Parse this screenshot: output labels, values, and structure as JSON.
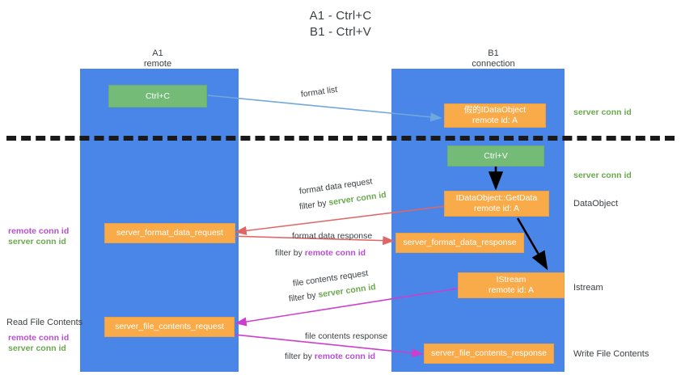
{
  "title": {
    "line1": "A1 - Ctrl+C",
    "line2": "B1 - Ctrl+V"
  },
  "columns": [
    {
      "name": "A1",
      "role": "remote"
    },
    {
      "name": "B1",
      "role": "connection"
    }
  ],
  "nodes": {
    "ctrl_c": {
      "label": "Ctrl+C"
    },
    "fake_dataobject": {
      "line1": "假的IDataObject",
      "line2": "remote id: A"
    },
    "ctrl_v": {
      "label": "Ctrl+V"
    },
    "getdata": {
      "line1": "IDataObject::GetData",
      "line2": "remote id: A"
    },
    "istream": {
      "line1": "IStream",
      "line2": "remote id: A"
    },
    "server_format_data_request": {
      "label": "server_format_data_request"
    },
    "server_format_data_response": {
      "label": "server_format_data_response"
    },
    "server_file_contents_request": {
      "label": "server_file_contents_request"
    },
    "server_file_contents_response": {
      "label": "server_file_contents_response"
    }
  },
  "edges": {
    "format_list": {
      "label": "format list"
    },
    "format_data_request": {
      "label": "format data request",
      "filter_prefix": "filter by ",
      "filter_value": "server conn id"
    },
    "format_data_response": {
      "label": "format data response",
      "filter_prefix": "filter by ",
      "filter_value": "remote conn id"
    },
    "file_contents_request": {
      "label": "file contents request",
      "filter_prefix": "filter by ",
      "filter_value": "server conn id"
    },
    "file_contents_response": {
      "label": "file contents response",
      "filter_prefix": "filter by ",
      "filter_value": "remote conn id"
    }
  },
  "right_notes": {
    "server_conn_id_top": "server conn id",
    "server_conn_id_mid": "server conn id",
    "dataobject": "DataObject",
    "istream": "Istream",
    "write_file_contents": "Write File Contents"
  },
  "left_notes": {
    "remote_conn_id_1": "remote conn id",
    "server_conn_id_1": "server conn id",
    "read_file_contents": "Read File Contents",
    "remote_conn_id_2": "remote conn id",
    "server_conn_id_2": "server conn id"
  },
  "colors": {
    "lifeline_blue": "#4a86e8",
    "node_green": "#73bb76",
    "node_orange": "#f9ab4a",
    "text_green": "#6aa84f",
    "text_purple": "#b84fd1",
    "arrow_light_blue": "#6fa8dc",
    "arrow_red": "#e06666",
    "arrow_magenta": "#cc3fcc",
    "arrow_black": "#000000",
    "separator_black": "#1a1a1a"
  }
}
